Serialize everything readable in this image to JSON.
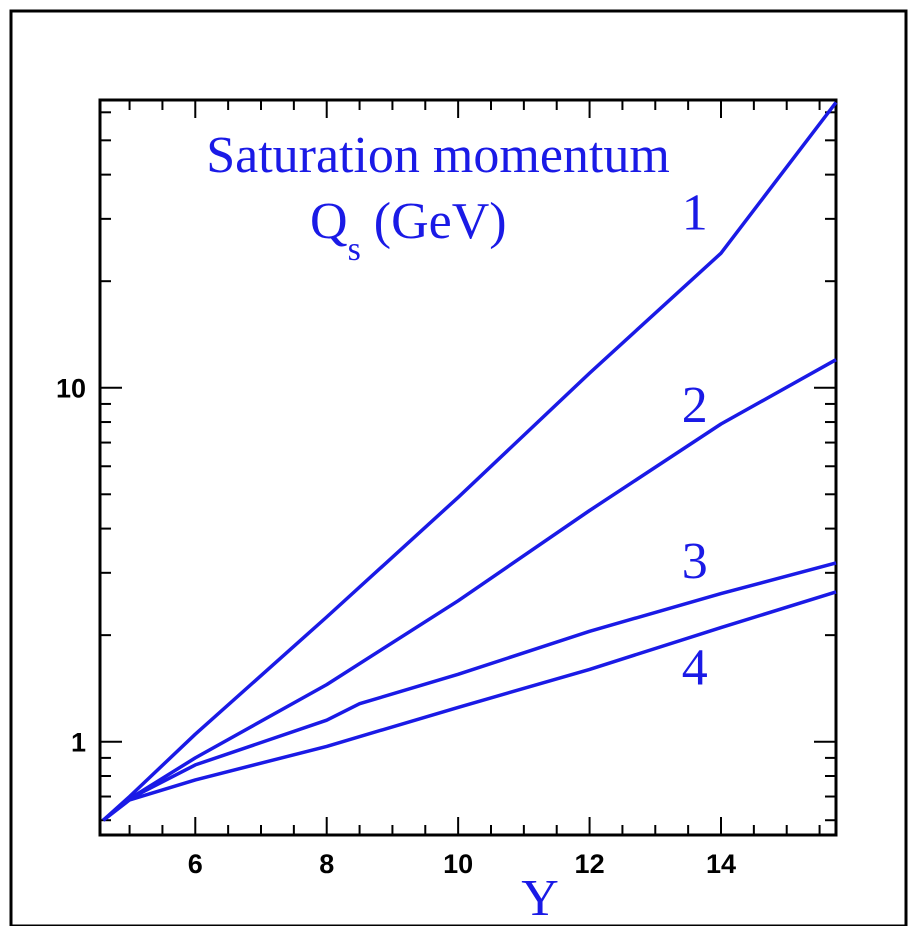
{
  "chart_data": {
    "type": "line",
    "title": "Saturation momentum",
    "ylabel": {
      "main": "Q",
      "subscript": "s",
      "unit": " (GeV)"
    },
    "xlabel": "Y",
    "xlim": [
      4.55,
      15.75
    ],
    "ylim": [
      0.545,
      65.0
    ],
    "yscale": "log",
    "grid": false,
    "line_color": "#1a1ae6",
    "x_ticks": [
      6,
      8,
      10,
      12,
      14
    ],
    "x_tick_labels": [
      "6",
      "8",
      "10",
      "12",
      "14"
    ],
    "y_ticks": [
      1,
      10
    ],
    "y_tick_labels": [
      "1",
      "10"
    ],
    "series": [
      {
        "name": "1",
        "x": [
          4.6,
          5.0,
          6.0,
          8.0,
          10.0,
          12.0,
          14.0,
          15.75
        ],
        "y": [
          0.6,
          0.7,
          1.05,
          2.25,
          4.9,
          11.0,
          24.0,
          64.0
        ]
      },
      {
        "name": "2",
        "x": [
          4.6,
          5.0,
          6.0,
          8.0,
          10.0,
          12.0,
          14.0,
          15.75
        ],
        "y": [
          0.6,
          0.69,
          0.9,
          1.45,
          2.5,
          4.5,
          7.9,
          12.0
        ]
      },
      {
        "name": "3",
        "x": [
          4.6,
          5.0,
          6.0,
          8.0,
          8.5,
          10.0,
          12.0,
          14.0,
          15.75
        ],
        "y": [
          0.6,
          0.69,
          0.86,
          1.15,
          1.28,
          1.55,
          2.05,
          2.62,
          3.2
        ]
      },
      {
        "name": "4",
        "x": [
          4.6,
          5.0,
          6.0,
          8.0,
          10.0,
          12.0,
          14.0,
          15.75
        ],
        "y": [
          0.6,
          0.685,
          0.78,
          0.97,
          1.25,
          1.6,
          2.1,
          2.65
        ]
      }
    ],
    "series_label_positions": [
      {
        "name": "1",
        "x": 13.6,
        "y": 28.0
      },
      {
        "name": "2",
        "x": 13.6,
        "y": 8.0
      },
      {
        "name": "3",
        "x": 13.6,
        "y": 2.9
      },
      {
        "name": "4",
        "x": 13.6,
        "y": 1.45
      }
    ]
  }
}
